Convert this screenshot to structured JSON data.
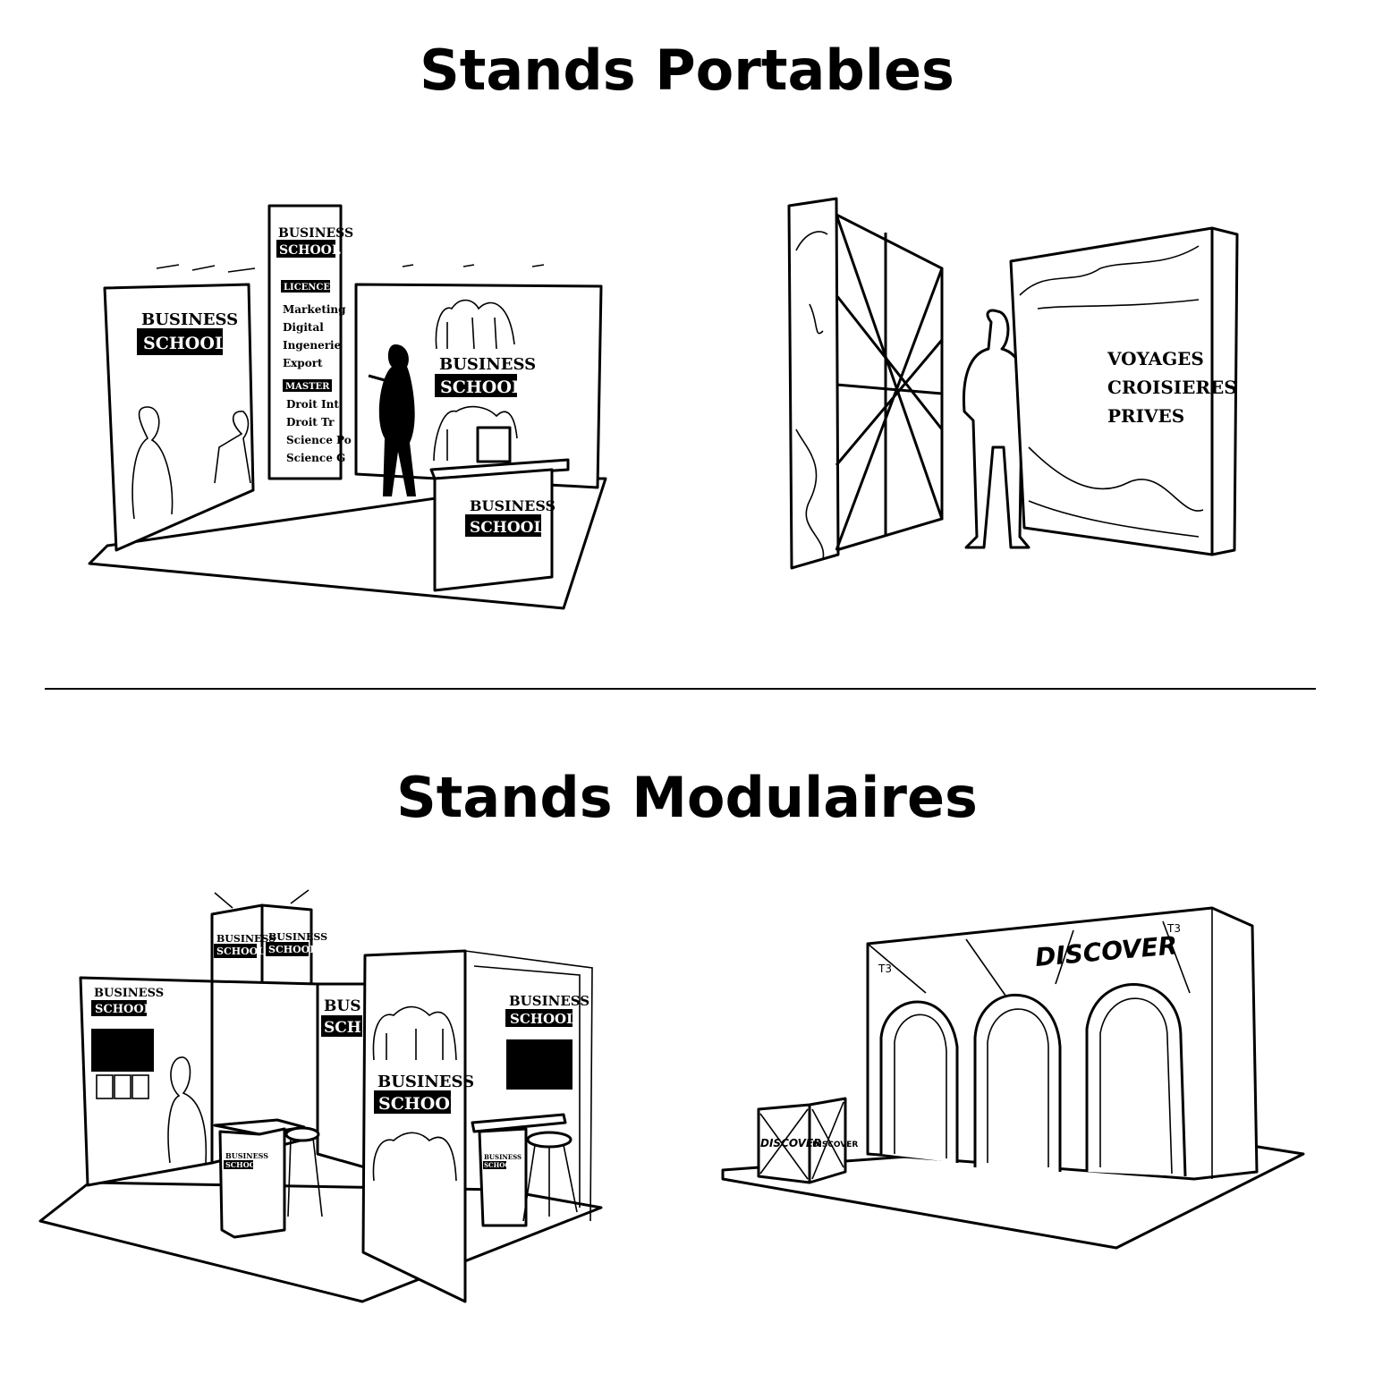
{
  "headings": {
    "portables": "Stands Portables",
    "modulaires": "Stands Modulaires"
  },
  "stand_portable_1": {
    "wall_left": {
      "line1": "BUSINESS",
      "line2": "SCHOOL"
    },
    "banner": {
      "line1": "BUSINESS",
      "line2": "SCHOOL",
      "licence": "LICENCE",
      "licence_items": [
        "Marketing",
        "Digital",
        "Ingenerie",
        "Export"
      ],
      "master": "MASTER",
      "master_items": [
        "Droit Int",
        "Droit Tr",
        "Science Po",
        "Science G"
      ]
    },
    "wall_right": {
      "line1": "BUSINESS",
      "line2": "SCHOOL"
    },
    "counter": {
      "line1": "BUSINESS",
      "line2": "SCHOOL"
    }
  },
  "stand_portable_2": {
    "display_text": [
      "VOYAGES",
      "CROISIERES",
      "PRIVES"
    ]
  },
  "stand_modulaire_1": {
    "tower_left": {
      "line1": "BUSINESS",
      "line2": "SCHOOL"
    },
    "tower_right": {
      "line1": "BUSINESS",
      "line2": "SCHOOL"
    },
    "wall_left": {
      "line1": "BUSINESS",
      "line2": "SCHOOL"
    },
    "wall_back": {
      "line1": "BUS",
      "line2": "SCH"
    },
    "column": {
      "line1": "BUSINESS",
      "line2": "SCHOOL"
    },
    "wall_right": {
      "line1": "BUSINESS",
      "line2": "SCHOOL"
    },
    "counter_small": {
      "line1": "BUSINESS",
      "line2": "SCHOOL"
    }
  },
  "stand_modulaire_2": {
    "headline": "DISCOVER",
    "tag_left": "T3",
    "tag_right": "T3",
    "cube_front": "DISCOVER",
    "cube_side": "DISCOVER"
  }
}
